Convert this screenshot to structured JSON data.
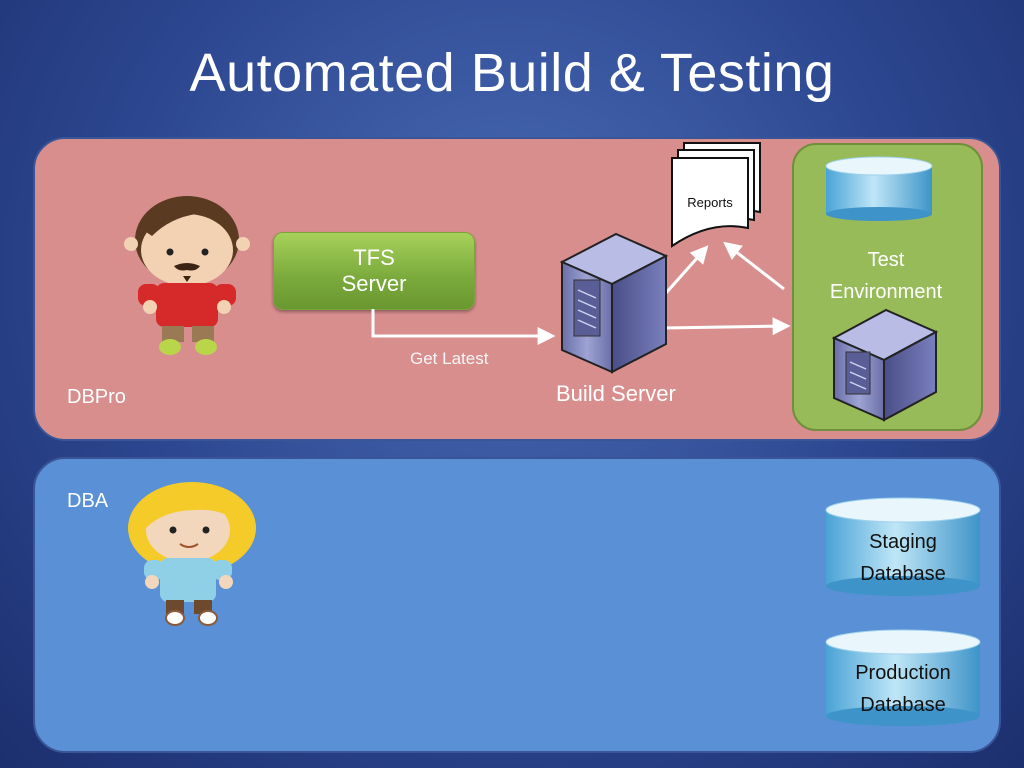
{
  "title": "Automated Build & Testing",
  "top_panel": {
    "label": "DBPro"
  },
  "bottom_panel": {
    "label": "DBA"
  },
  "tfs_server": {
    "line1": "TFS",
    "line2": "Server"
  },
  "connector_label": "Get Latest",
  "build_server": {
    "label": "Build Server"
  },
  "reports": {
    "label": "Reports"
  },
  "test_environment": {
    "line1": "Test",
    "line2": "Environment"
  },
  "staging_db": {
    "line1": "Staging",
    "line2": "Database"
  },
  "production_db": {
    "line1": "Production",
    "line2": "Database"
  },
  "colors": {
    "top_panel": "#d98e8e",
    "bottom_panel": "#5990d6",
    "tfs_green": "#7aa93c",
    "test_env_green": "#97bb58"
  }
}
